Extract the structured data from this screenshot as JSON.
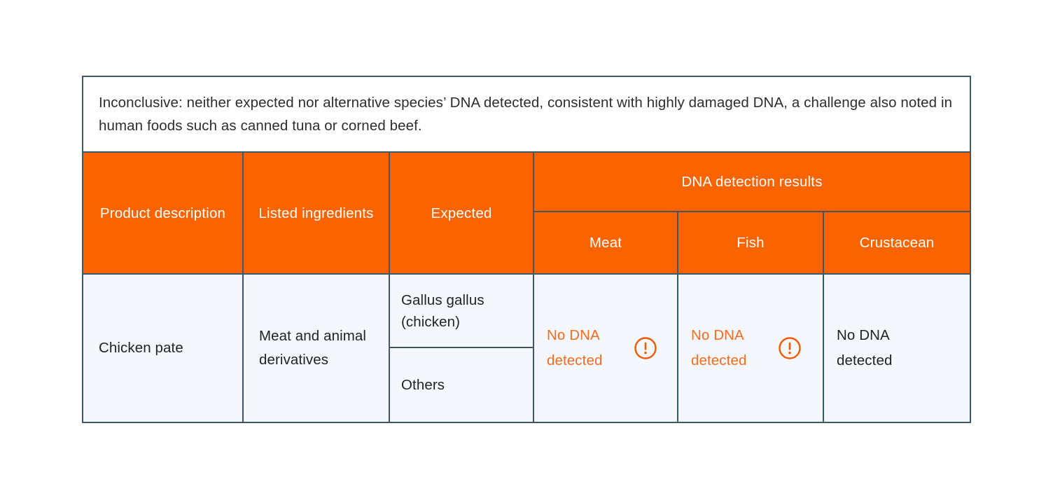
{
  "note": {
    "text": "Inconclusive: neither expected nor alternative species’ DNA detected, consistent with highly damaged DNA, a challenge also noted in human foods such as canned tuna or corned beef."
  },
  "colors": {
    "header_orange": "#FA6400",
    "alert_orange": "#F96A1E",
    "border": "#415766",
    "body_bg": "#F4F8FC",
    "note_bg": "#FFFFFF",
    "text_dark": "#232323"
  },
  "table": {
    "headers": {
      "product_description": "Product description",
      "listed_ingredients": "Listed ingredients",
      "expected": "Expected",
      "results_group": "DNA detection results",
      "results_sub": [
        "Meat",
        "Fish",
        "Crustacean"
      ]
    },
    "rows": [
      {
        "product_description": "Chicken pate",
        "listed_ingredients": "Meat and animal derivatives",
        "expected": [
          "Gallus gallus (chicken)",
          "Others"
        ],
        "results": [
          {
            "column": "Meat",
            "value": "No DNA detected",
            "alert": true,
            "icon": "alert-circle-icon"
          },
          {
            "column": "Fish",
            "value": "No DNA detected",
            "alert": true,
            "icon": "alert-circle-icon"
          },
          {
            "column": "Crustacean",
            "value": "No DNA detected",
            "alert": false,
            "icon": null
          }
        ]
      }
    ]
  }
}
